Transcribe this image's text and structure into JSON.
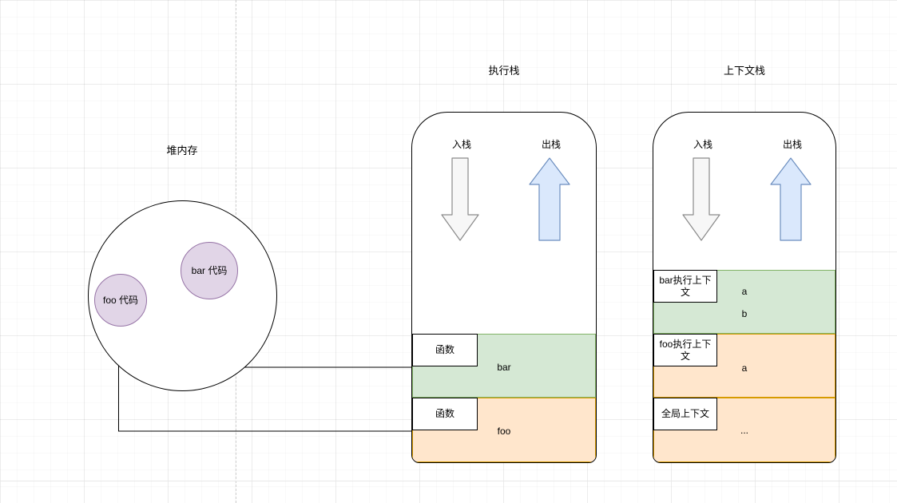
{
  "heap": {
    "title": "堆内存",
    "nodes": [
      {
        "label": "foo 代码"
      },
      {
        "label": "bar 代码"
      }
    ]
  },
  "execution_stack": {
    "title": "执行栈",
    "push_label": "入栈",
    "pop_label": "出栈",
    "frames": [
      {
        "label": "函数",
        "value": "bar",
        "color": "green"
      },
      {
        "label": "函数",
        "value": "foo",
        "color": "orange"
      }
    ]
  },
  "context_stack": {
    "title": "上下文栈",
    "push_label": "入栈",
    "pop_label": "出栈",
    "frames": [
      {
        "label": "bar执行上下文",
        "values": [
          "a",
          "b"
        ],
        "color": "green"
      },
      {
        "label": "foo执行上下文",
        "values": [
          "a"
        ],
        "color": "orange"
      },
      {
        "label": "全局上下文",
        "values": [
          "..."
        ],
        "color": "orange"
      }
    ]
  },
  "icons": {
    "push": "arrow-down",
    "pop": "arrow-up"
  },
  "colors": {
    "green_fill": "#d5e8d4",
    "green_border": "#82b366",
    "orange_fill": "#ffe6cc",
    "orange_border": "#d79b00",
    "purple_fill": "#e1d5e7",
    "purple_border": "#9673a6",
    "blue_arrow_fill": "#dae8fc",
    "blue_arrow_border": "#6c8ebf",
    "gray_arrow_fill": "#f7f7f7",
    "gray_arrow_border": "#8a8a8a"
  }
}
